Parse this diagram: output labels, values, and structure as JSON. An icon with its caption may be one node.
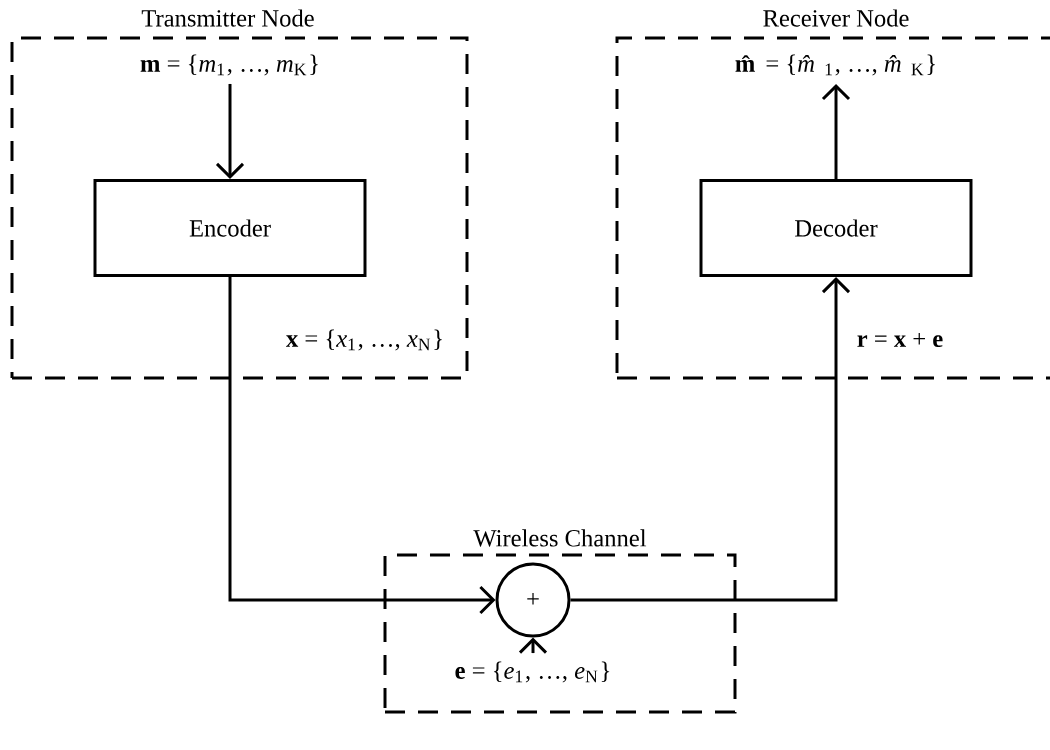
{
  "diagram": {
    "nodes": [
      {
        "text": [
          "Transmitter Node"
        ]
      },
      {
        "text": [
          "Receiver Node"
        ]
      },
      {
        "text": [
          "Wireless Channel"
        ]
      },
      {
        "text": [
          "**m** = {*m*$_{1}$, …, *m*$_{K}$}"
        ],
        "in": 0
      },
      {
        "text": [
          "Encoder"
        ],
        "in": 0
      },
      {
        "text": [
          "Decoder"
        ],
        "in": 1
      },
      {
        "text": [
          "**m̂** = {*m̂*$_{1}$, …, *m̂*$_{K}$}"
        ],
        "in": 1
      },
      {
        "text": [
          "+"
        ],
        "in": 2
      },
      {
        "text": [
          "**e** = {*e*$_{1}$, …, *e*$_{N}$}"
        ],
        "in": 2
      }
    ],
    "edges": [
      {
        "from": 3,
        "to": 4,
        "arrow": "to"
      },
      {
        "from": 4,
        "to": 7,
        "arrow": "to",
        "label": "**x** = {*x*$_{1}$, …, *x*$_{N}$}"
      },
      {
        "from": 8,
        "to": 7,
        "arrow": "to"
      },
      {
        "from": 7,
        "to": 5,
        "arrow": "to",
        "label": "**r** = **x** + **e**"
      },
      {
        "from": 5,
        "to": 6,
        "arrow": "to"
      }
    ]
  }
}
